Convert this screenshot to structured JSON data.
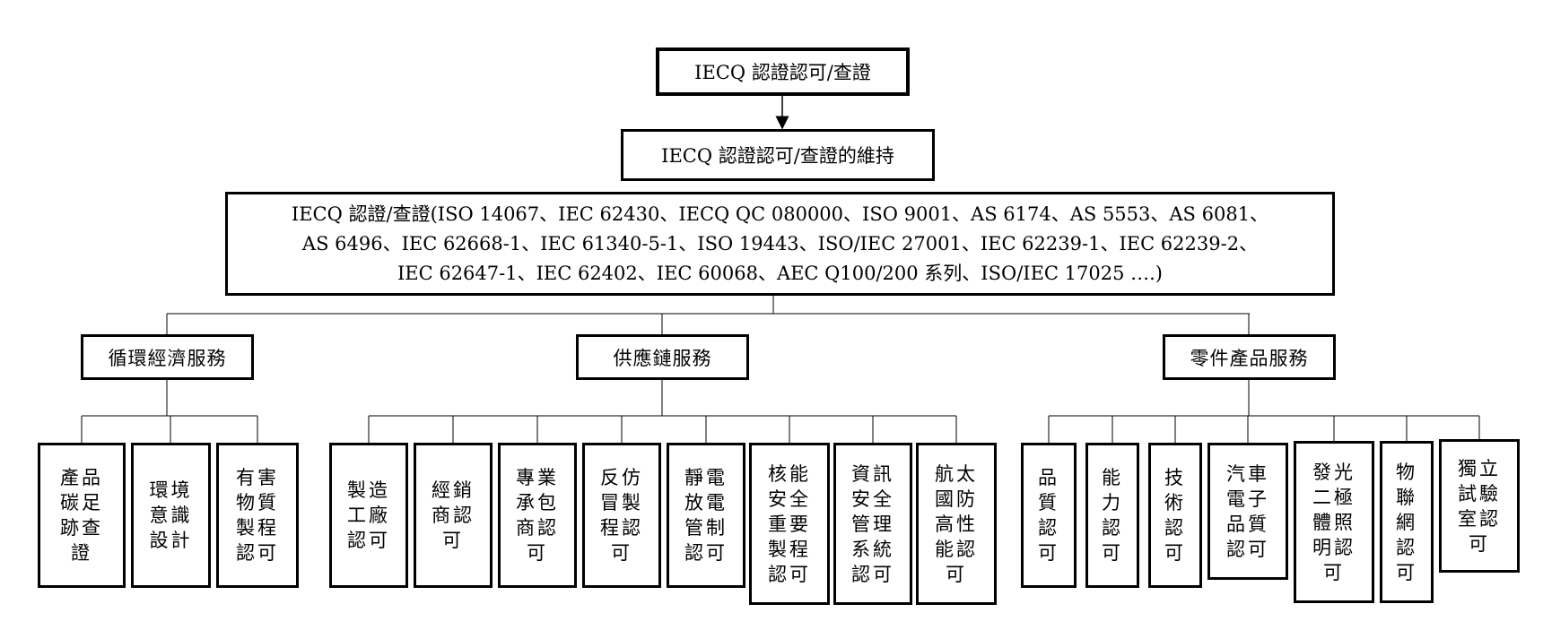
{
  "root": {
    "label": "IECQ 認證認可/查證"
  },
  "maintenance": {
    "label": "IECQ 認證認可/查證的維持"
  },
  "scope": {
    "lines": [
      "IECQ 認證/查證(ISO 14067、IEC 62430、IECQ QC 080000、ISO 9001、AS 6174、AS 5553、AS 6081、",
      "AS 6496、IEC 62668-1、IEC 61340-5-1、ISO 19443、ISO/IEC 27001、IEC 62239-1、IEC 62239-2、",
      "IEC 62647-1、IEC 62402、IEC 60068、AEC Q100/200 系列、ISO/IEC 17025 ….)"
    ]
  },
  "categories": [
    {
      "label": "循環經濟服務",
      "items": [
        "產品\n碳足\n跡查\n證",
        "環境\n意識\n設計",
        "有害\n物質\n製程\n認可"
      ]
    },
    {
      "label": "供應鏈服務",
      "items": [
        "製造\n工廠\n認可",
        "經銷\n商認\n可",
        "專業\n承包\n商認\n可",
        "反仿\n冒製\n程認\n可",
        "靜電\n放電\n管制\n認可",
        "核能\n安全\n重要\n製程\n認可",
        "資訊\n安全\n管理\n系統\n認可",
        "航太\n國防\n高性\n能認\n可"
      ]
    },
    {
      "label": "零件產品服務",
      "items": [
        "品\n質\n認\n可",
        "能\n力\n認\n可",
        "技\n術\n認\n可",
        "汽車\n電子\n品質\n認可",
        "發光\n二極\n體照\n明認\n可",
        "物\n聯\n網\n認\n可",
        "獨立\n試驗\n室認\n可"
      ]
    }
  ]
}
